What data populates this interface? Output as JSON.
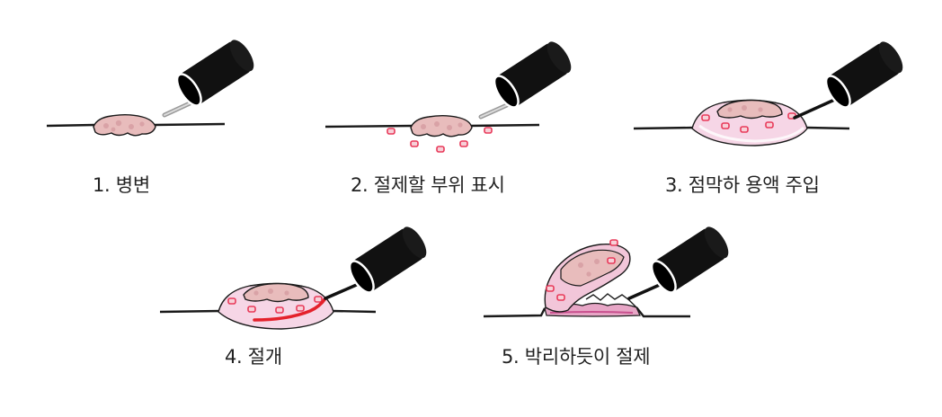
{
  "steps": [
    {
      "label": "1. 병변"
    },
    {
      "label": "2. 절제할 부위 표시"
    },
    {
      "label": "3. 점막하 용액 주입"
    },
    {
      "label": "4. 절개"
    },
    {
      "label": "5. 박리하듯이 절제"
    }
  ],
  "colors": {
    "tissue_line": "#1a1a1a",
    "lesion_fill": "#e8bcbc",
    "mark_red": "#e83a5a",
    "bulge_fill": "#f6d6e6",
    "incision": "#e4212b",
    "scope_body": "#111111",
    "probe": "#b8b8b8",
    "flap_fill": "#e7a6c6"
  },
  "icons": [
    "endoscope-icon",
    "lesion-icon",
    "submucosal-bulge-icon",
    "resected-flap-icon"
  ]
}
